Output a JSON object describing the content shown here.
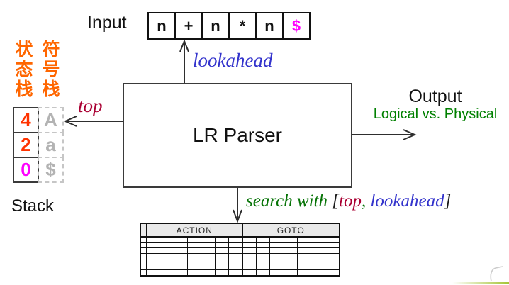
{
  "input": {
    "label": "Input",
    "cells": [
      {
        "text": "n",
        "color": "#111111"
      },
      {
        "text": "+",
        "color": "#111111"
      },
      {
        "text": "n",
        "color": "#111111"
      },
      {
        "text": "*",
        "color": "#111111"
      },
      {
        "text": "n",
        "color": "#111111"
      },
      {
        "text": "$",
        "color": "#FF00FF"
      }
    ]
  },
  "lookahead_label": "lookahead",
  "top_label": "top",
  "parser": {
    "label": "LR Parser"
  },
  "output": {
    "title": "Output",
    "subtitle": "Logical vs. Physical",
    "subtitle_color": "#008000"
  },
  "search_annotation": {
    "segments": [
      {
        "text": "search with ",
        "color": "#067306"
      },
      {
        "text": "[",
        "color": "#1a1a1a"
      },
      {
        "text": "top",
        "color": "#AA0033"
      },
      {
        "text": ", ",
        "color": "#067306"
      },
      {
        "text": "lookahead",
        "color": "#3333CC"
      },
      {
        "text": "]",
        "color": "#1a1a1a"
      }
    ]
  },
  "stack": {
    "caption": "Stack",
    "state_column_label": "状态栈",
    "symbol_column_label": "符号栈",
    "label_color": "#FF6600",
    "rows": [
      {
        "state": "4",
        "state_color": "#FF3300",
        "symbol": "A",
        "symbol_color": "#B3B3B3"
      },
      {
        "state": "2",
        "state_color": "#FF3300",
        "symbol": "a",
        "symbol_color": "#B3B3B3"
      },
      {
        "state": "0",
        "state_color": "#FF00FF",
        "symbol": "$",
        "symbol_color": "#B3B3B3"
      }
    ]
  },
  "parse_table": {
    "headers": [
      "ACTION",
      "GOTO"
    ],
    "action_columns": 7,
    "goto_columns": 7,
    "body_rows": 7,
    "body_columns": 15
  },
  "colors": {
    "arrow": "#2e2e2e",
    "lookahead_blue": "#3333CC",
    "top_red": "#AA0033",
    "search_green": "#067306",
    "output_green": "#008000",
    "cjk_orange": "#FF6600",
    "curl_gray": "#cccccc",
    "curl_green": "#9ABE1E"
  }
}
